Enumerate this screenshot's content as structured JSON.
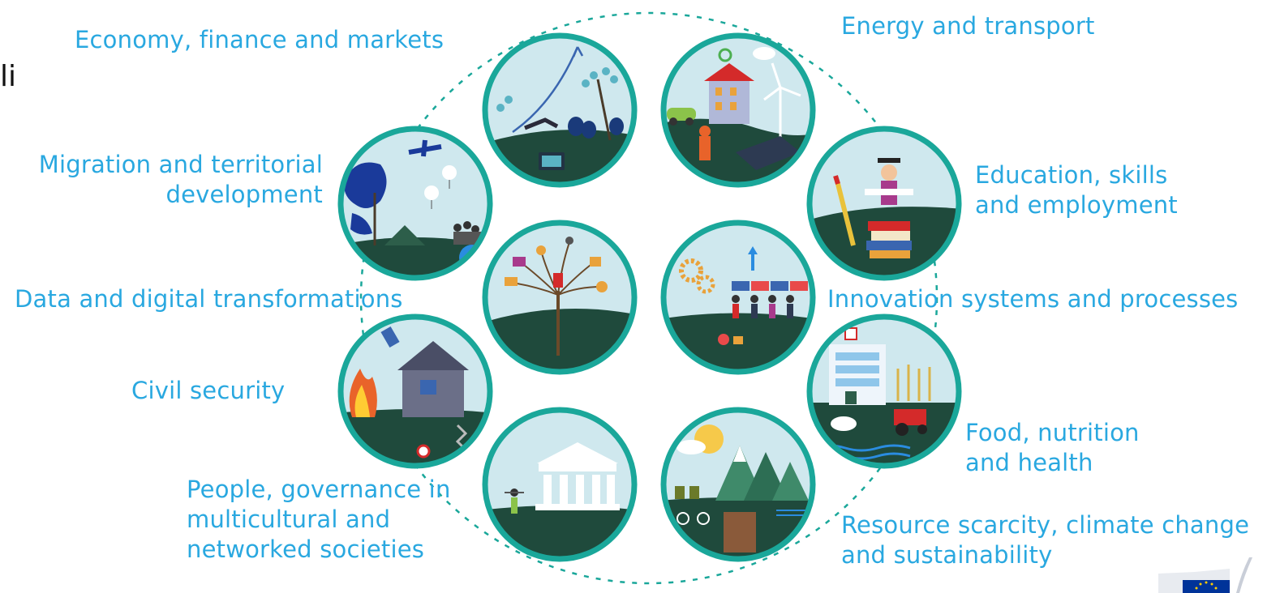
{
  "stray_text": "li",
  "topics": [
    {
      "id": "economy",
      "lines": [
        "Economy, finance and markets"
      ],
      "icon": "economy-scene-icon"
    },
    {
      "id": "energy",
      "lines": [
        "Energy and transport"
      ],
      "icon": "energy-scene-icon"
    },
    {
      "id": "migration",
      "lines": [
        "Migration and territorial",
        "development"
      ],
      "icon": "migration-scene-icon"
    },
    {
      "id": "education",
      "lines": [
        "Education, skills",
        "and employment"
      ],
      "icon": "education-scene-icon"
    },
    {
      "id": "data",
      "lines": [
        "Data and digital transformations"
      ],
      "icon": "data-scene-icon"
    },
    {
      "id": "innovation",
      "lines": [
        "Innovation systems and processes"
      ],
      "icon": "innovation-scene-icon"
    },
    {
      "id": "civil",
      "lines": [
        "Civil security"
      ],
      "icon": "civil-security-scene-icon"
    },
    {
      "id": "food",
      "lines": [
        "Food, nutrition",
        "and health"
      ],
      "icon": "food-scene-icon"
    },
    {
      "id": "people",
      "lines": [
        "People, governance in",
        "multicultural and",
        "networked societies"
      ],
      "icon": "governance-scene-icon"
    },
    {
      "id": "resource",
      "lines": [
        "Resource scarcity, climate change",
        "and sustainability"
      ],
      "icon": "resource-scene-icon"
    }
  ],
  "colors": {
    "label": "#29a8e0",
    "ring": "#1aa79a",
    "sky": "#cfe8ee",
    "ground": "#1f4a3c",
    "dashed": "#1aa79a",
    "eu_blue": "#003399",
    "eu_yellow": "#ffcc00"
  },
  "logo_icon": "eu-flag-icon"
}
